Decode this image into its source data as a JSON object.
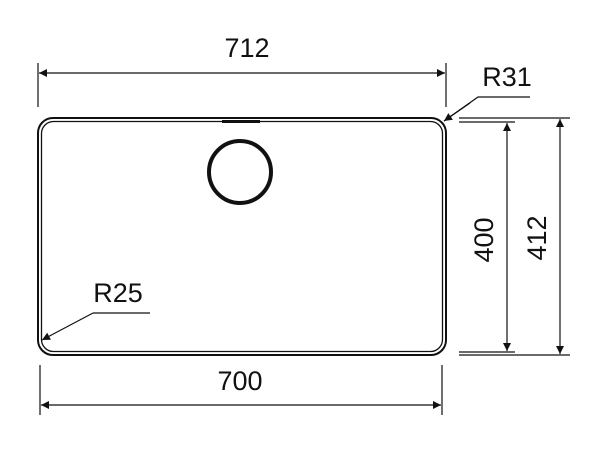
{
  "dimensions": {
    "top_width": "712",
    "bottom_width": "700",
    "inner_height": "400",
    "outer_height": "412",
    "outer_radius": "R31",
    "inner_radius": "R25"
  },
  "colors": {
    "line": "#111111"
  }
}
